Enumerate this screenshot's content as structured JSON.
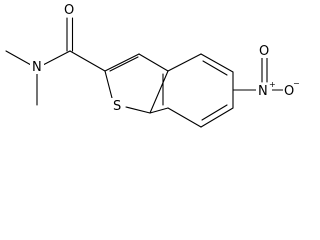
{
  "molecule": {
    "atoms": {
      "carbonyl_oxygen": "O",
      "amide_nitrogen": "N",
      "ring_sulfur": "S",
      "nitro_nitrogen": "N",
      "nitro_charge_n": "+",
      "nitro_oxygen_top": "O",
      "nitro_oxygen_right": "O",
      "nitro_charge_o": "−"
    }
  }
}
